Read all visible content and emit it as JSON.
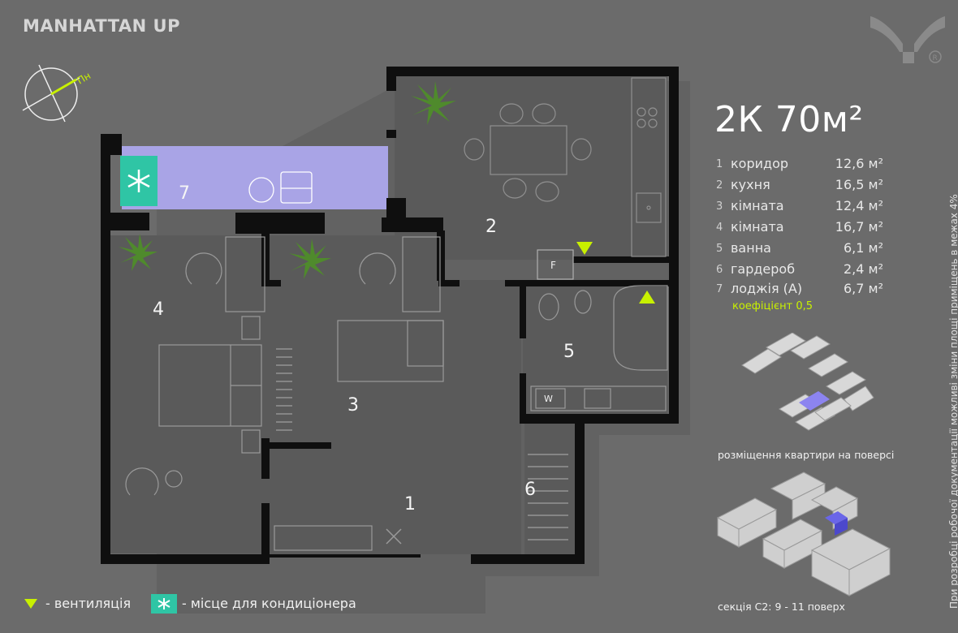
{
  "brand": "MANHATTAN UP",
  "apartment": {
    "type": "2К 70м²"
  },
  "compass": {
    "north_label": "Пн"
  },
  "rooms": [
    {
      "num": "1",
      "name": "коридор",
      "area": "12,6 м²"
    },
    {
      "num": "2",
      "name": "кухня",
      "area": "16,5 м²"
    },
    {
      "num": "3",
      "name": "кімната",
      "area": "12,4 м²"
    },
    {
      "num": "4",
      "name": "кімната",
      "area": "16,7 м²"
    },
    {
      "num": "5",
      "name": "ванна",
      "area": "6,1 м²"
    },
    {
      "num": "6",
      "name": "гардероб",
      "area": "2,4 м²"
    },
    {
      "num": "7",
      "name": "лоджія (А)",
      "area": "6,7 м²"
    }
  ],
  "loggia_coefficient": "коефіцієнт 0,5",
  "plan_labels": {
    "r1": "1",
    "r2": "2",
    "r3": "3",
    "r4": "4",
    "r5": "5",
    "r6": "6",
    "r7": "7",
    "fridge": "F",
    "washer": "W"
  },
  "floor_caption": "розміщення квартири на поверсі",
  "section_caption": "секція С2: 9 - 11 поверх",
  "legend": {
    "ventilation": "- вентиляція",
    "ac": "- місце для кондиціонера"
  },
  "vertical_note": "При розробці робочої документації можливі зміни площі приміщень в межах 4%",
  "colors": {
    "accent": "#c8f000",
    "ac_block": "#2fc5a5",
    "loggia": "#a9a4e6",
    "walls": "#0f0f0f",
    "floor": "#5a5a5a",
    "background": "#6b6b6b"
  },
  "icons": [
    "compass-icon",
    "brand-logo-icon",
    "ventilation-icon",
    "ac-unit-icon",
    "plant-icon"
  ]
}
